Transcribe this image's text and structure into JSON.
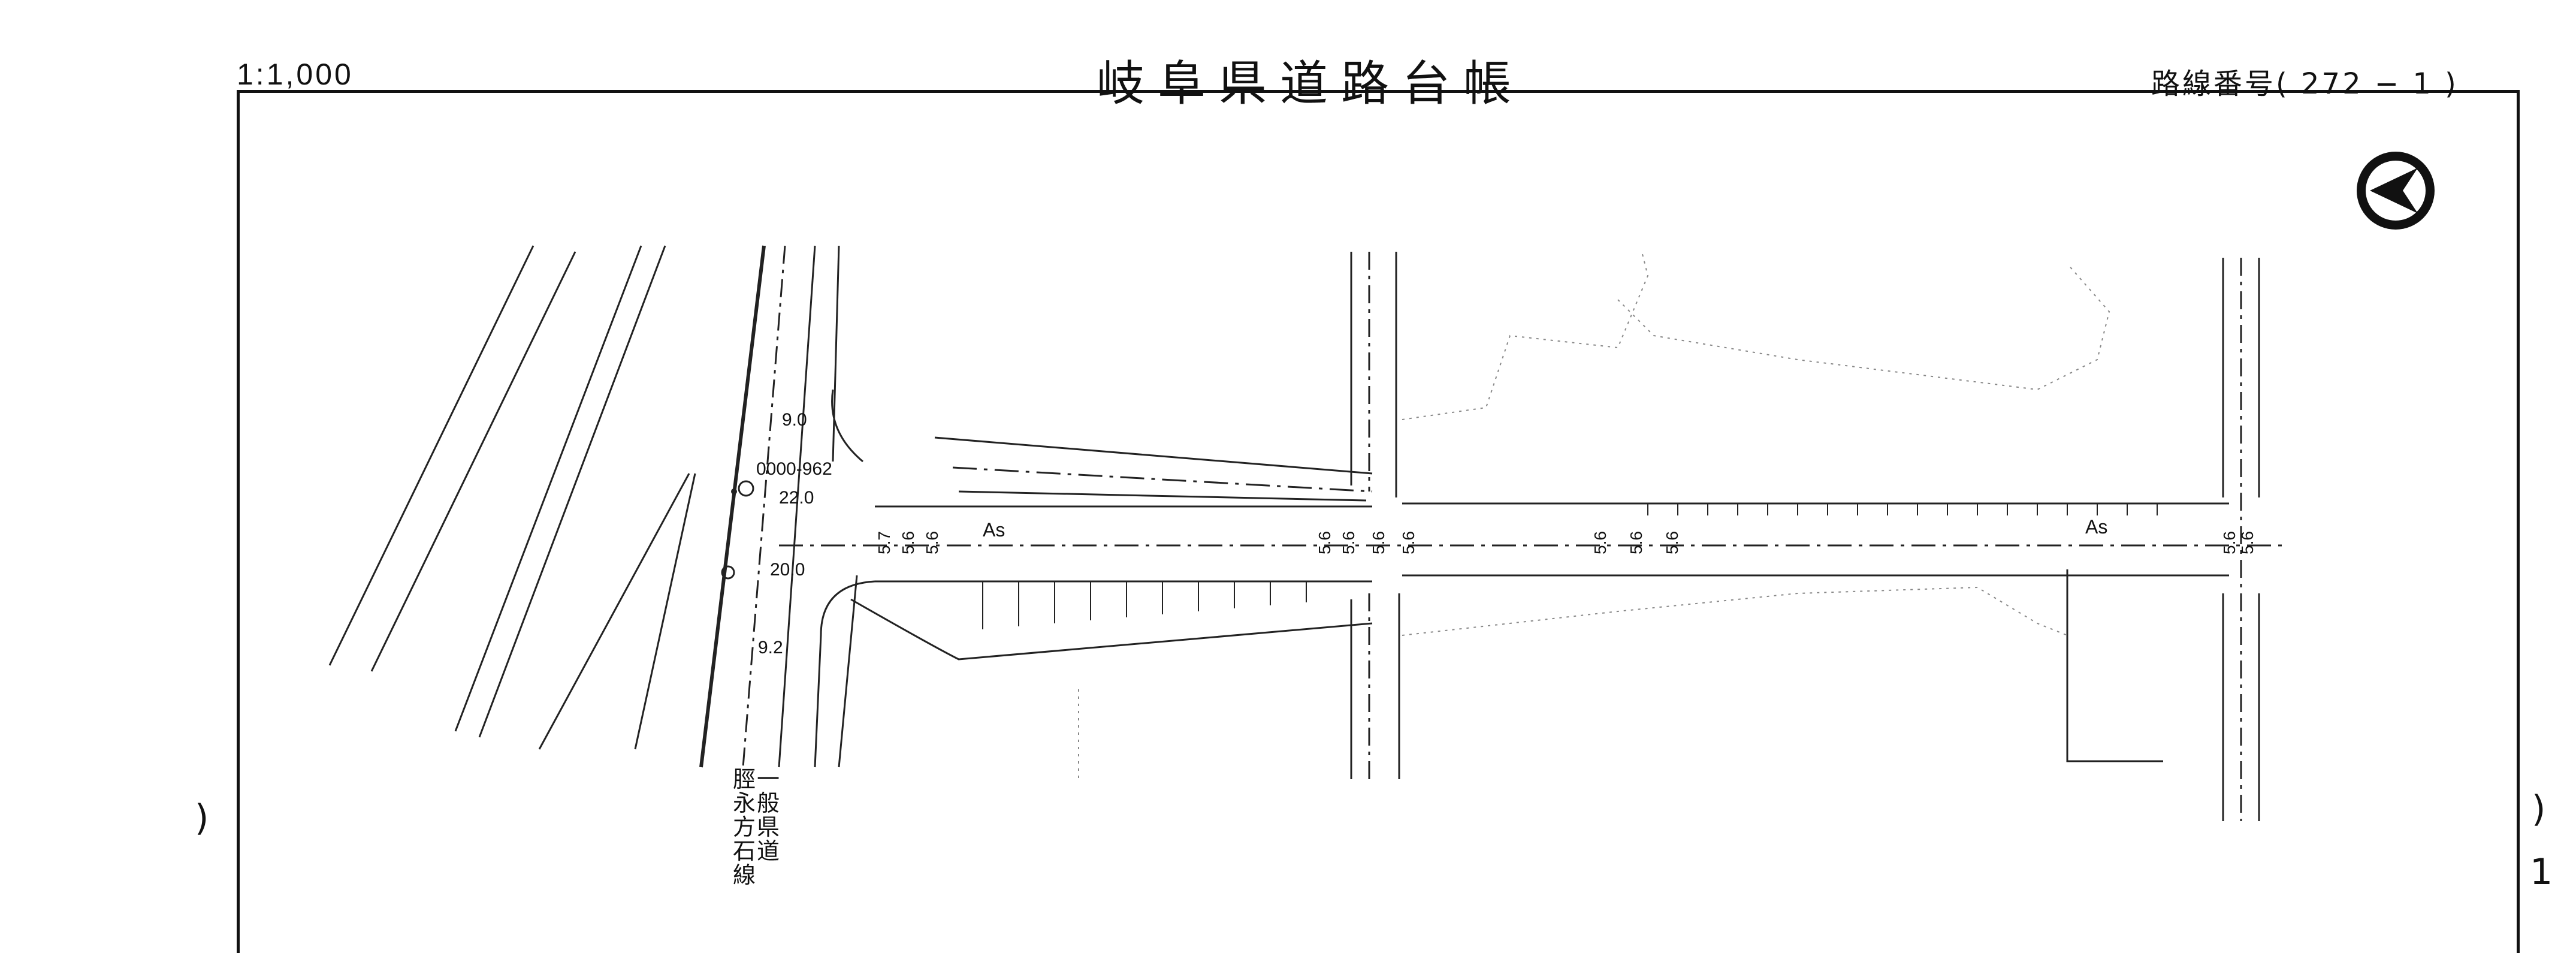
{
  "header": {
    "scale": "1:1,000",
    "title": "岐阜県道路台帳",
    "route_number": "路線番号( 272 − 1 )"
  },
  "map": {
    "crossroad_label_col1": "一般県道",
    "crossroad_label_col2": "脛永方石線",
    "point_id": "0000-962",
    "widths_left": [
      "9.0",
      "22.0",
      "20.0",
      "9.2"
    ],
    "lane_dims": [
      "5.7",
      "5.6",
      "5.6",
      "5.6",
      "5.6",
      "5.6",
      "5.6",
      "5.6",
      "5.6",
      "5.6",
      "5.6",
      "5.6"
    ],
    "surface_labels": [
      "As",
      "As"
    ],
    "north_arrow": "north-arrow-icon"
  },
  "margins": {
    "left_paren": ")",
    "right_paren": ")",
    "right_number": "1",
    "left_number": "—"
  }
}
